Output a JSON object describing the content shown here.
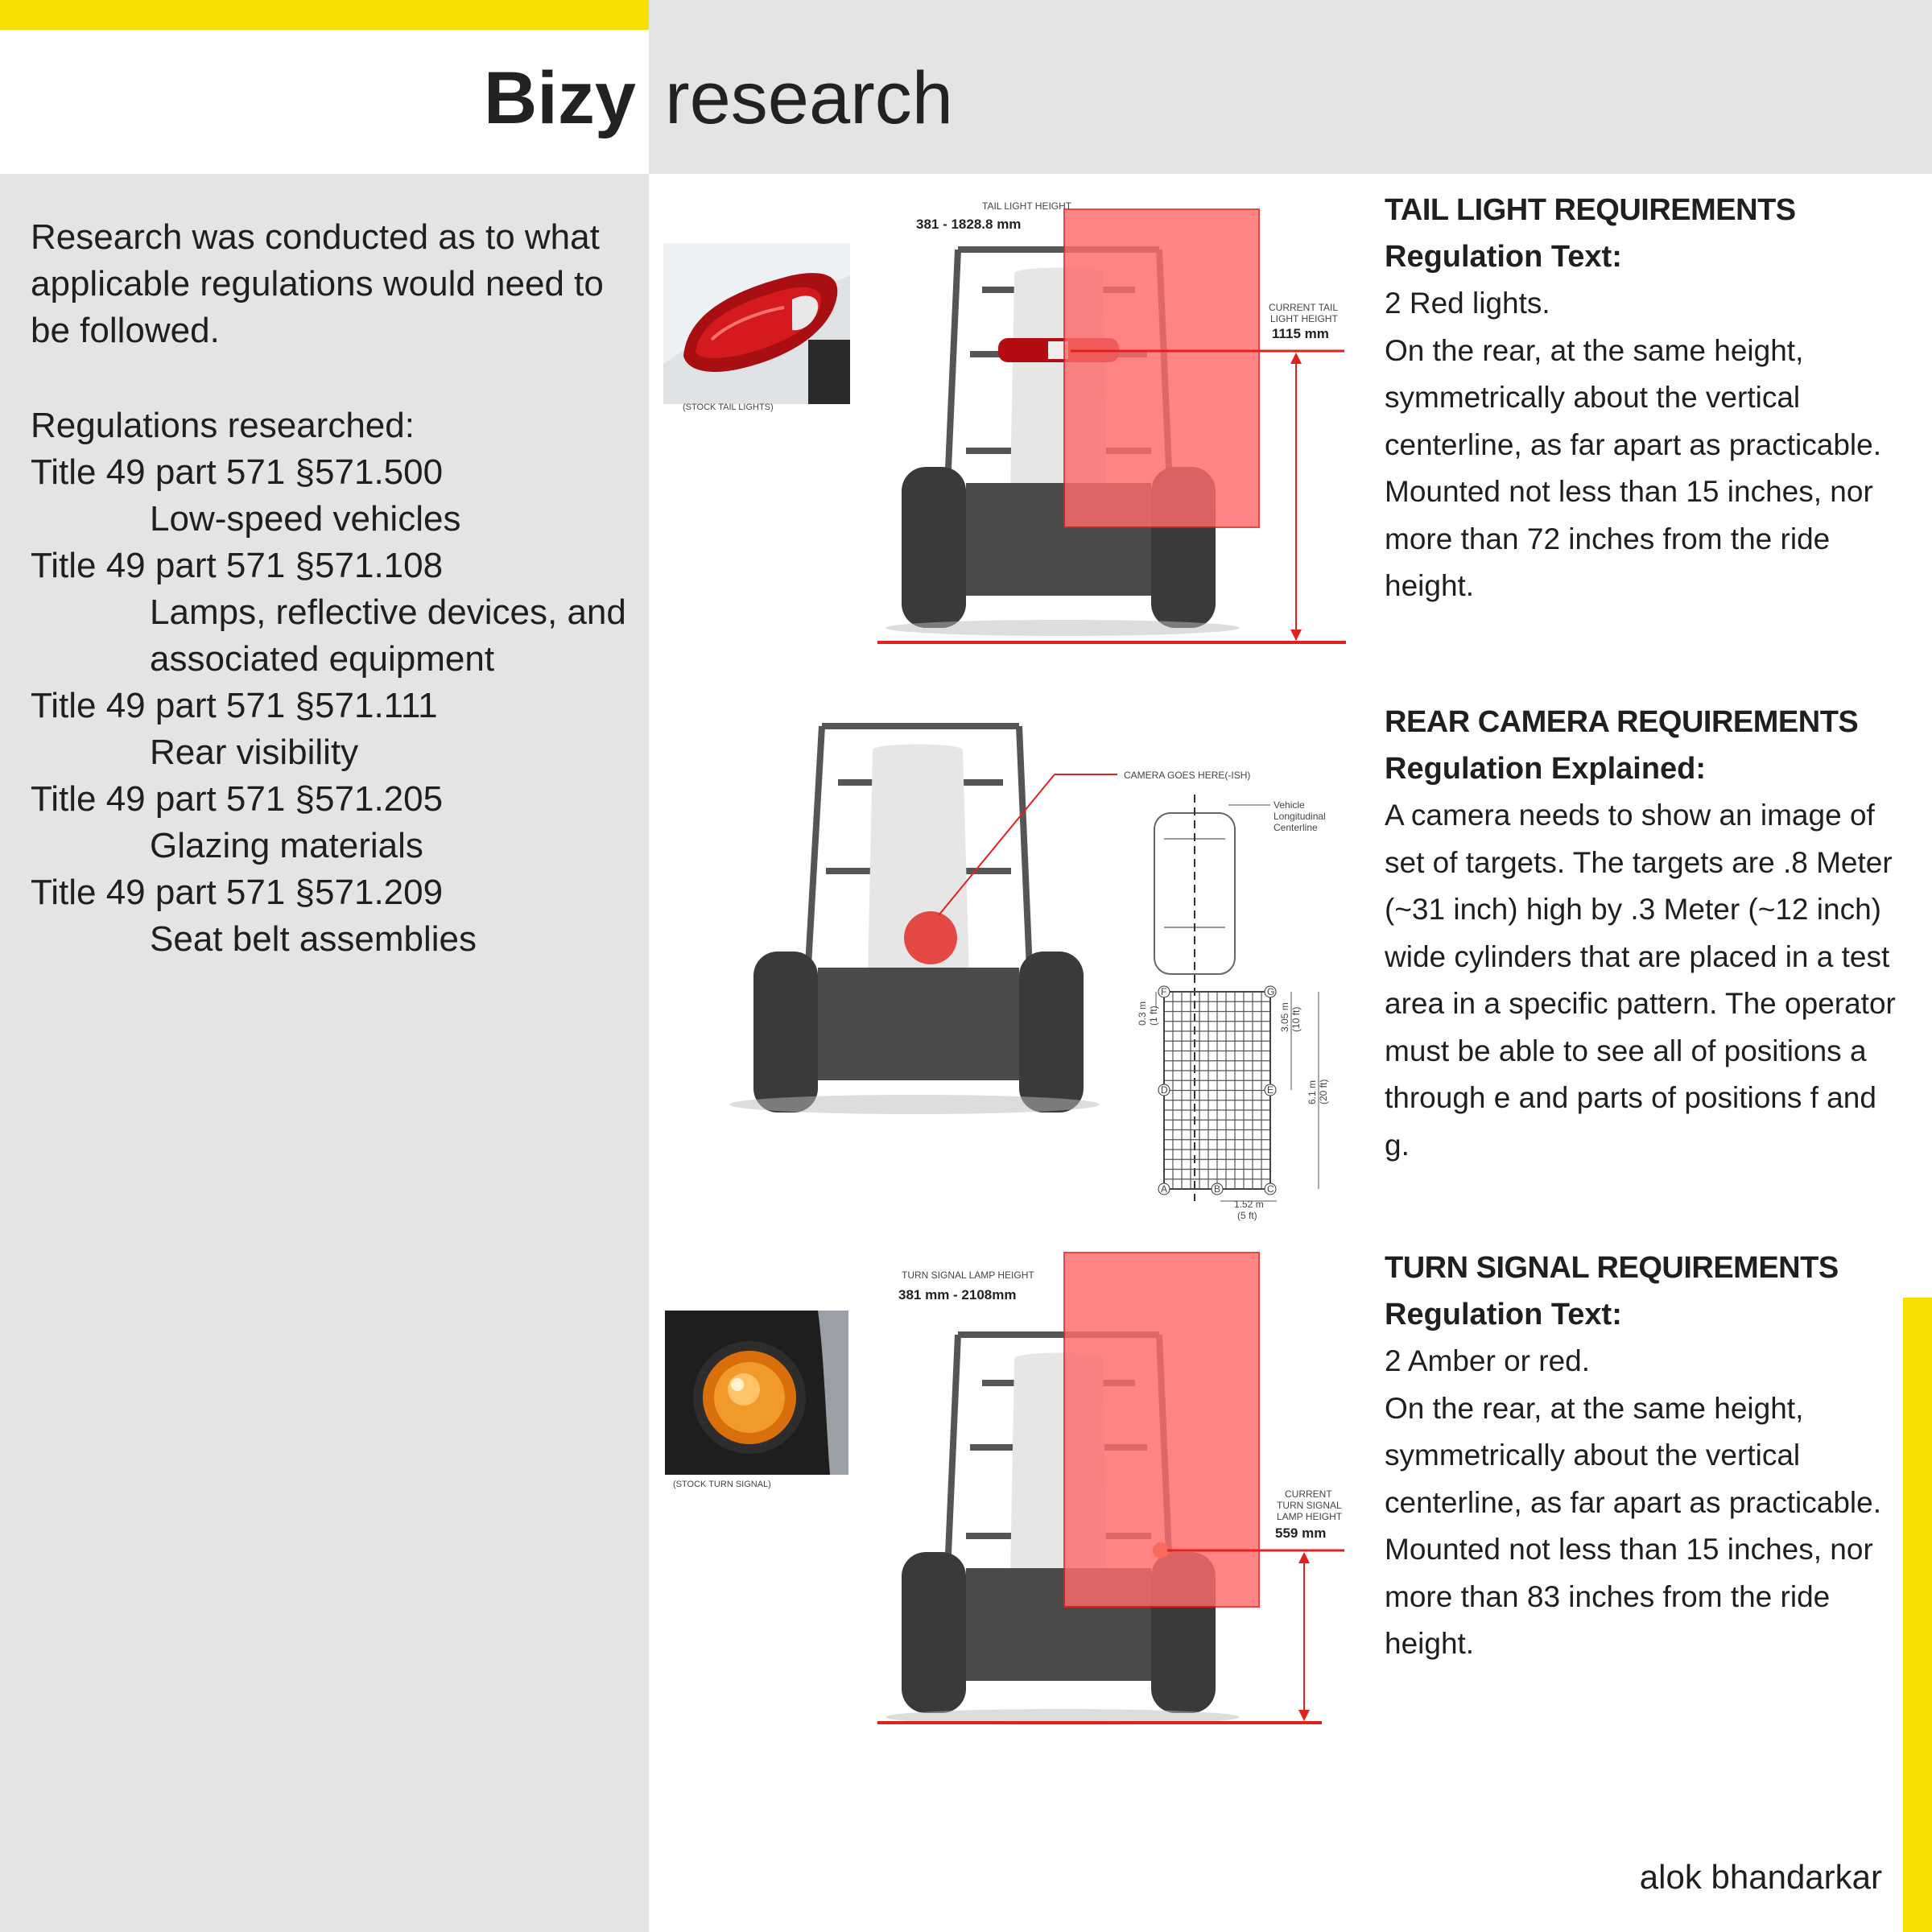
{
  "header": {
    "title_bold": "Bizy",
    "title_light": "research"
  },
  "sidebar": {
    "intro": "Research was conducted as to what applicable regulations would need to be followed.",
    "regs_heading": "Regulations researched:",
    "regulations": [
      {
        "code": "Title 49 part 571 §571.500",
        "desc": "Low-speed vehicles"
      },
      {
        "code": "Title 49 part 571 §571.108",
        "desc": "Lamps, reflective devices, and associated equipment"
      },
      {
        "code": "Title 49 part 571 §571.111",
        "desc": "Rear visibility"
      },
      {
        "code": "Title 49 part 571 §571.205",
        "desc": "Glazing materials"
      },
      {
        "code": "Title 49 part 571 §571.209",
        "desc": "Seat belt assemblies"
      }
    ]
  },
  "tail": {
    "photo_caption": "(STOCK TAIL LIGHTS)",
    "range_label": "TAIL LIGHT HEIGHT",
    "range_value": "381 - 1828.8 mm",
    "current_label_1": "CURRENT TAIL",
    "current_label_2": "LIGHT HEIGHT",
    "current_value": "1115 mm",
    "heading": "TAIL LIGHT REQUIREMENTS",
    "sub": "Regulation Text:",
    "paras": [
      "2 Red lights.",
      "On the rear, at the same height, symmetrically about the vertical centerline, as far apart as practicable.",
      "Mounted not less than 15 inches, nor more than 72 inches from the ride height."
    ]
  },
  "camera": {
    "callout": "CAMERA GOES HERE(-ISH)",
    "centerline_1": "Vehicle",
    "centerline_2": "Longitudinal",
    "centerline_3": "Centerline",
    "dim_03_1": "0.3 m",
    "dim_03_2": "(1 ft)",
    "dim_305_1": "3.05 m",
    "dim_305_2": "(10 ft)",
    "dim_61_1": "6.1 m",
    "dim_61_2": "(20 ft)",
    "dim_152_1": "1.52 m",
    "dim_152_2": "(5 ft)",
    "markers": [
      "A",
      "B",
      "C",
      "D",
      "E",
      "F",
      "G"
    ],
    "heading": "REAR CAMERA REQUIREMENTS",
    "sub": "Regulation Explained:",
    "para": "A camera needs to show an image of set of targets. The targets are .8 Meter (~31 inch) high by .3 Meter (~12 inch) wide cylinders that are placed in a test area in a specific pattern. The operator must be able to see all of positions a through e and parts of positions f and g."
  },
  "turn": {
    "photo_caption": "(STOCK TURN SIGNAL)",
    "range_label": "TURN SIGNAL LAMP HEIGHT",
    "range_value": "381 mm - 2108mm",
    "current_label_1": "CURRENT",
    "current_label_2": "TURN SIGNAL",
    "current_label_3": "LAMP HEIGHT",
    "current_value": "559 mm",
    "heading": "TURN SIGNAL REQUIREMENTS",
    "sub": "Regulation Text:",
    "paras": [
      "2 Amber or red.",
      "On the rear, at the same height, symmetrically about the vertical centerline, as far apart as practicable.",
      "Mounted not less than 15 inches, nor more than 83 inches from the ride height."
    ]
  },
  "footer": {
    "author": "alok bhandarkar"
  },
  "colors": {
    "accent_yellow": "#f7e000",
    "panel_grey": "#e4e4e4",
    "zone_red": "#ff6b6b",
    "line_red": "#e2211c"
  }
}
